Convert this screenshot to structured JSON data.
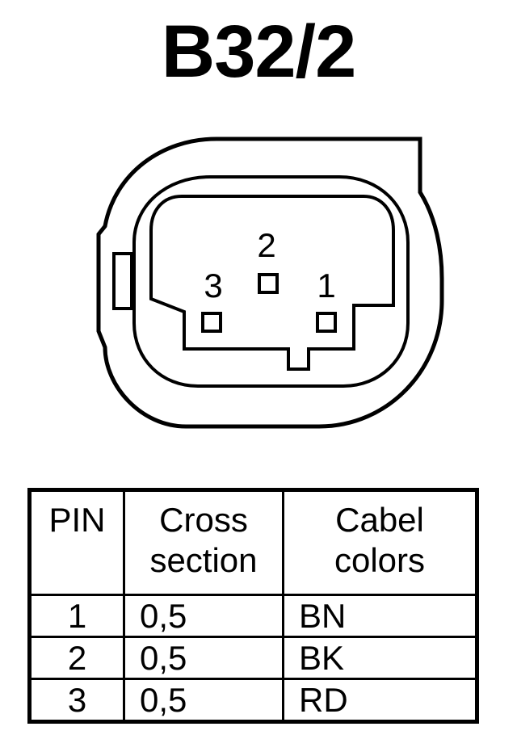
{
  "title": "B32/2",
  "connector": {
    "pins": [
      {
        "label": "2"
      },
      {
        "label": "3"
      },
      {
        "label": "1"
      }
    ]
  },
  "table": {
    "headers": [
      {
        "line1": "PIN",
        "line2": ""
      },
      {
        "line1": "Cross",
        "line2": "section"
      },
      {
        "line1": "Cabel",
        "line2": "colors"
      }
    ],
    "rows": [
      {
        "pin": "1",
        "cross_section": "0,5",
        "color": "BN"
      },
      {
        "pin": "2",
        "cross_section": "0,5",
        "color": "BK"
      },
      {
        "pin": "3",
        "cross_section": "0,5",
        "color": "RD"
      }
    ]
  }
}
